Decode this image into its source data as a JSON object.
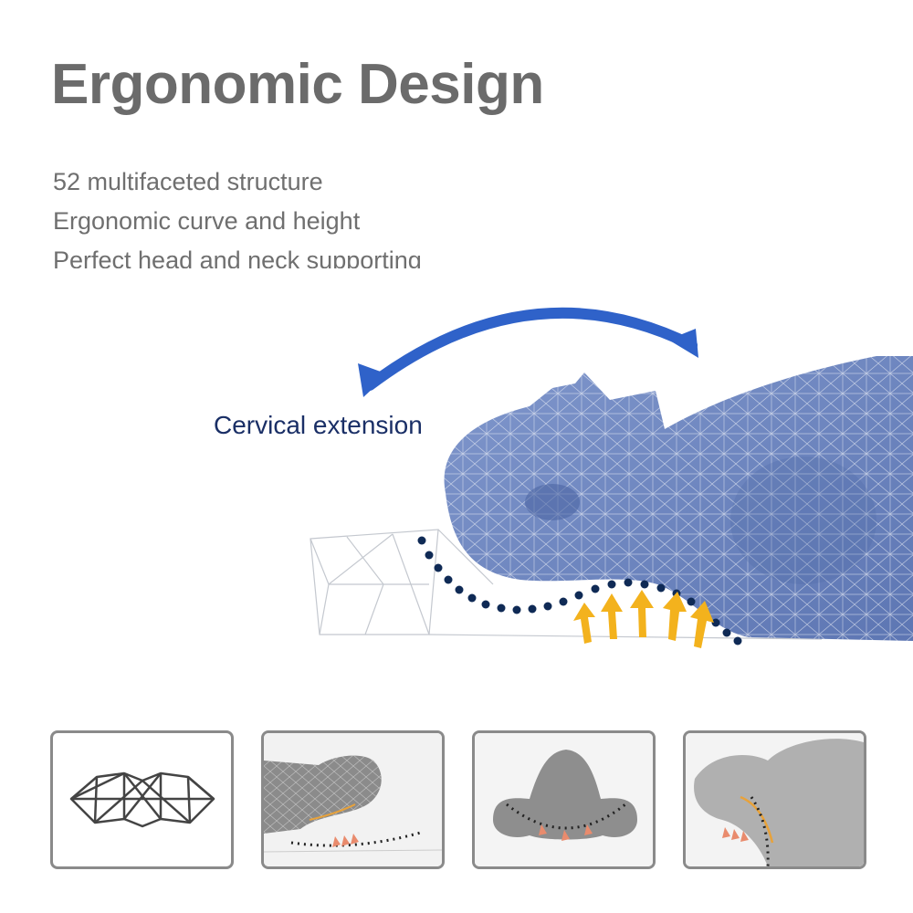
{
  "header": {
    "title": "Ergonomic Design"
  },
  "features": [
    "52 multifaceted structure",
    "Ergonomic curve and height",
    "Perfect head and neck supporting"
  ],
  "hero": {
    "annotation": "Cervical extension",
    "colors": {
      "arrow_blue": "#2f62c9",
      "mesh_blue": "#6f86bd",
      "dot_navy": "#0f2a55",
      "support_arrow": "#f3b21d"
    }
  },
  "thumbnails": [
    {
      "icon": "pillow-mesh-outline-icon"
    },
    {
      "icon": "side-view-neck-support-icon"
    },
    {
      "icon": "back-view-head-support-icon"
    },
    {
      "icon": "neck-curve-closeup-icon"
    }
  ]
}
